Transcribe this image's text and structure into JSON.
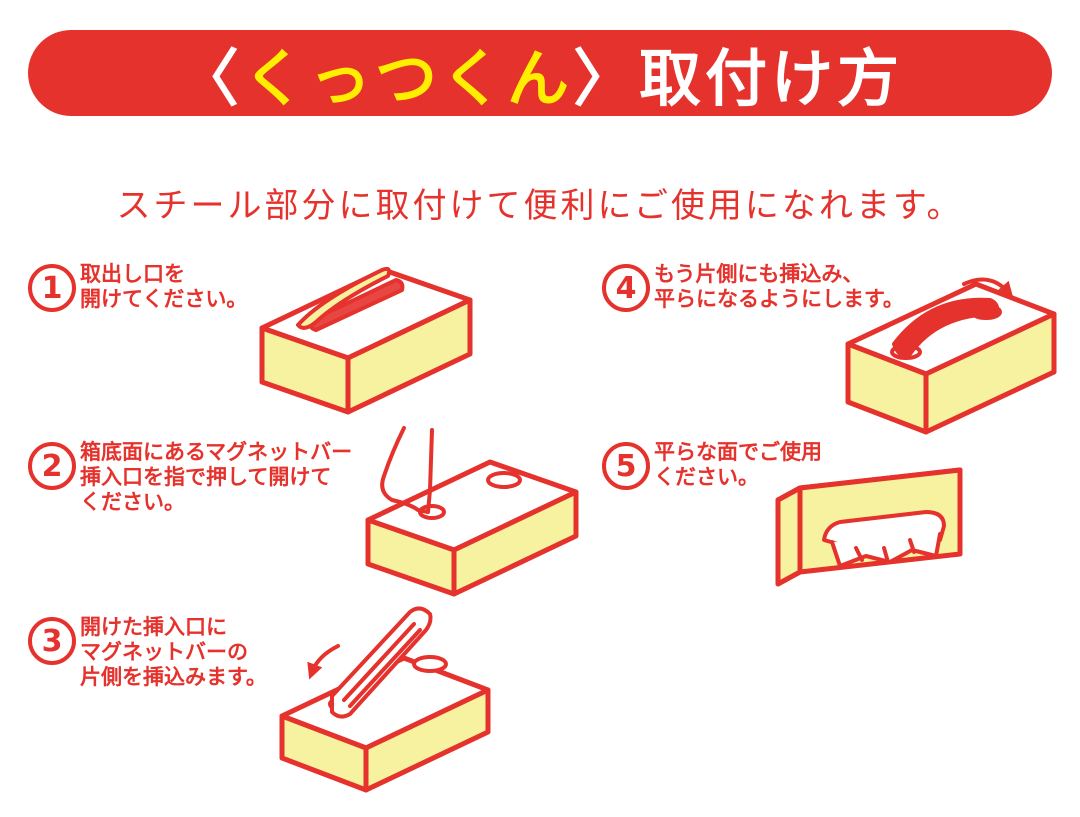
{
  "colors": {
    "red": "#e5322d",
    "yellow": "#ffee00",
    "box_fill": "#f7f2a0"
  },
  "header": {
    "open_bracket": "〈",
    "name": "くっつくん",
    "close_bracket": "〉",
    "suffix": "取付け方"
  },
  "subtitle": "スチール部分に取付けて便利にご使用になれます。",
  "steps": [
    {
      "number": "1",
      "lines": [
        "取出し口を",
        "開けてください。"
      ]
    },
    {
      "number": "2",
      "lines": [
        "箱底面にあるマグネットバー",
        "挿入口を指で押して開けて",
        "ください。"
      ]
    },
    {
      "number": "3",
      "lines": [
        "開けた挿入口に",
        "マグネットバーの",
        "片側を挿込みます。"
      ]
    },
    {
      "number": "4",
      "lines": [
        "もう片側にも挿込み、",
        "平らになるようにします。"
      ]
    },
    {
      "number": "5",
      "lines": [
        "平らな面でご使用",
        "ください。"
      ]
    }
  ]
}
